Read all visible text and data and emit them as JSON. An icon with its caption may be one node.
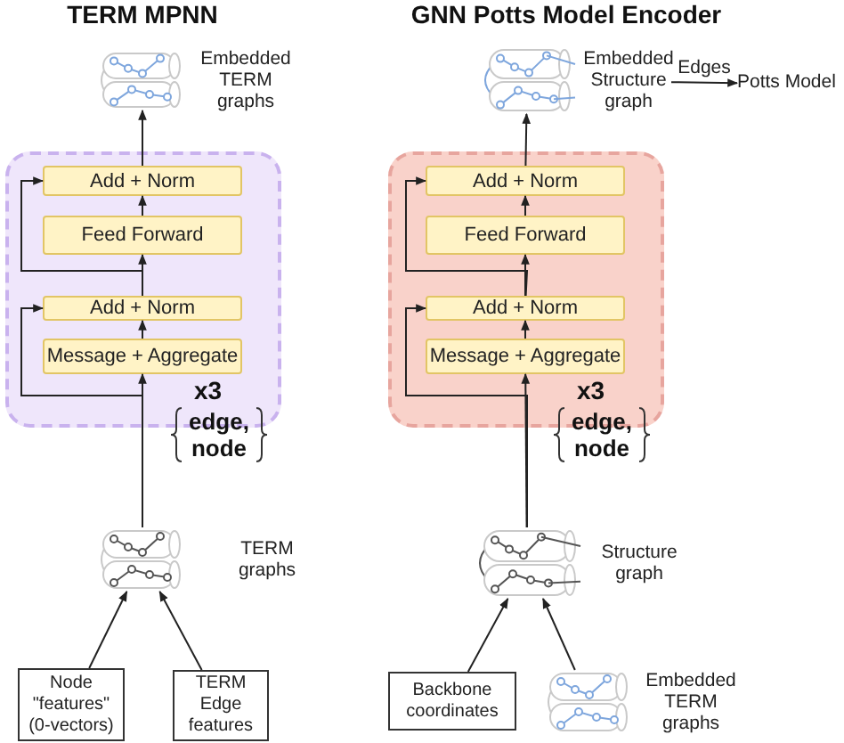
{
  "diagram": {
    "nodes": [
      {
        "text": [
          "x3",
          "edge, node"
        ]
      },
      {
        "text": [
          "Add + Norm"
        ],
        "in": 0
      },
      {
        "text": [
          "Feed Forward"
        ],
        "in": 0
      },
      {
        "text": [
          "Add + Norm"
        ],
        "in": 0
      },
      {
        "text": [
          "Message + Aggregate"
        ],
        "in": 0
      },
      {
        "text": [
          "x3",
          "edge, node"
        ]
      },
      {
        "text": [
          "Add + Norm"
        ],
        "in": 5
      },
      {
        "text": [
          "Feed Forward"
        ],
        "in": 5
      },
      {
        "text": [
          "Add + Norm"
        ],
        "in": 5
      },
      {
        "text": [
          "Message + Aggregate"
        ],
        "in": 5
      },
      {
        "text": [],
        "shape": "picture",
        "beside": [
          "Embedded TERM graphs"
        ]
      },
      {
        "text": [],
        "shape": "picture",
        "beside": [
          "Embedded Structure graph"
        ]
      },
      {
        "text": [
          "Potts Model"
        ]
      },
      {
        "text": [],
        "shape": "picture",
        "beside": [
          "TERM graphs"
        ]
      },
      {
        "text": [
          "Node \"features\" (0-vectors)"
        ]
      },
      {
        "text": [
          "TERM Edge features"
        ]
      },
      {
        "text": [],
        "shape": "picture",
        "beside": [
          "Structure graph"
        ]
      },
      {
        "text": [
          "Backbone coordinates"
        ]
      },
      {
        "text": [],
        "shape": "picture",
        "beside": [
          "Embedded TERM graphs"
        ]
      }
    ],
    "edges": [
      {
        "from": 13,
        "to": 4,
        "arrow": "to"
      },
      {
        "from": 4,
        "to": 3,
        "arrow": "to"
      },
      {
        "from": 3,
        "to": 2,
        "arrow": "to"
      },
      {
        "from": 2,
        "to": 1,
        "arrow": "to"
      },
      {
        "from": 1,
        "to": 10,
        "arrow": "to"
      },
      {
        "from": 13,
        "to": 3,
        "arrow": "to"
      },
      {
        "from": 3,
        "to": 1,
        "arrow": "to"
      },
      {
        "from": 14,
        "to": 13,
        "arrow": "to"
      },
      {
        "from": 15,
        "to": 13,
        "arrow": "to"
      },
      {
        "from": 16,
        "to": 9,
        "arrow": "to"
      },
      {
        "from": 9,
        "to": 8,
        "arrow": "to"
      },
      {
        "from": 8,
        "to": 7,
        "arrow": "to"
      },
      {
        "from": 7,
        "to": 6,
        "arrow": "to"
      },
      {
        "from": 6,
        "to": 11,
        "arrow": "to"
      },
      {
        "from": 16,
        "to": 8,
        "arrow": "to"
      },
      {
        "from": 8,
        "to": 6,
        "arrow": "to"
      },
      {
        "from": 11,
        "to": 12,
        "arrow": "to",
        "label": "Edges"
      },
      {
        "from": 17,
        "to": 16,
        "arrow": "to"
      },
      {
        "from": 18,
        "to": 16,
        "arrow": "to"
      }
    ],
    "labels": [
      "TERM MPNN",
      "GNN Potts Model Encoder"
    ]
  }
}
